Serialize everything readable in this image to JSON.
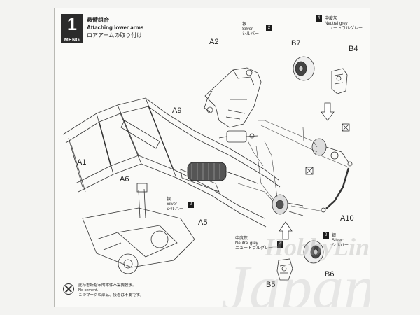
{
  "step": {
    "number": "1",
    "brand": "MENG"
  },
  "title": {
    "cn": "悬臂组合",
    "en": "Attaching lower arms",
    "jp": "ロアアームの取り付け"
  },
  "part_labels": {
    "A2": "A2",
    "B7": "B7",
    "B4": "B4",
    "A9": "A9",
    "A1": "A1",
    "A6": "A6",
    "A5": "A5",
    "A10": "A10",
    "B5": "B5",
    "B6": "B6"
  },
  "paint": {
    "silver_top": {
      "cn": "银",
      "en": "Silver",
      "jp": "シルバー",
      "code": "2"
    },
    "grey_top": {
      "cn": "中度灰",
      "en": "Neutral grey",
      "jp": "ニュートラルグレー",
      "code": "4"
    },
    "silver_left": {
      "cn": "银",
      "en": "Silver",
      "jp": "シルバー",
      "code": "2"
    },
    "grey_bottom": {
      "cn": "中度灰",
      "en": "Neutral grey",
      "jp": "ニュートラルグレー",
      "code": "4"
    },
    "silver_right": {
      "cn": "银",
      "en": "Silver",
      "jp": "シルバー",
      "code": "2"
    }
  },
  "note": {
    "cn": "此标志所指示的零件不需要胶水。",
    "en": "No cement.",
    "jp": "このマークの部品、接着は不要です。"
  },
  "watermark": {
    "line1": "HobbyLink",
    "line2": "Japan"
  },
  "colors": {
    "ink": "#2b2b2b",
    "paper": "#fafaf8",
    "swatch": "#1b1b1b"
  }
}
